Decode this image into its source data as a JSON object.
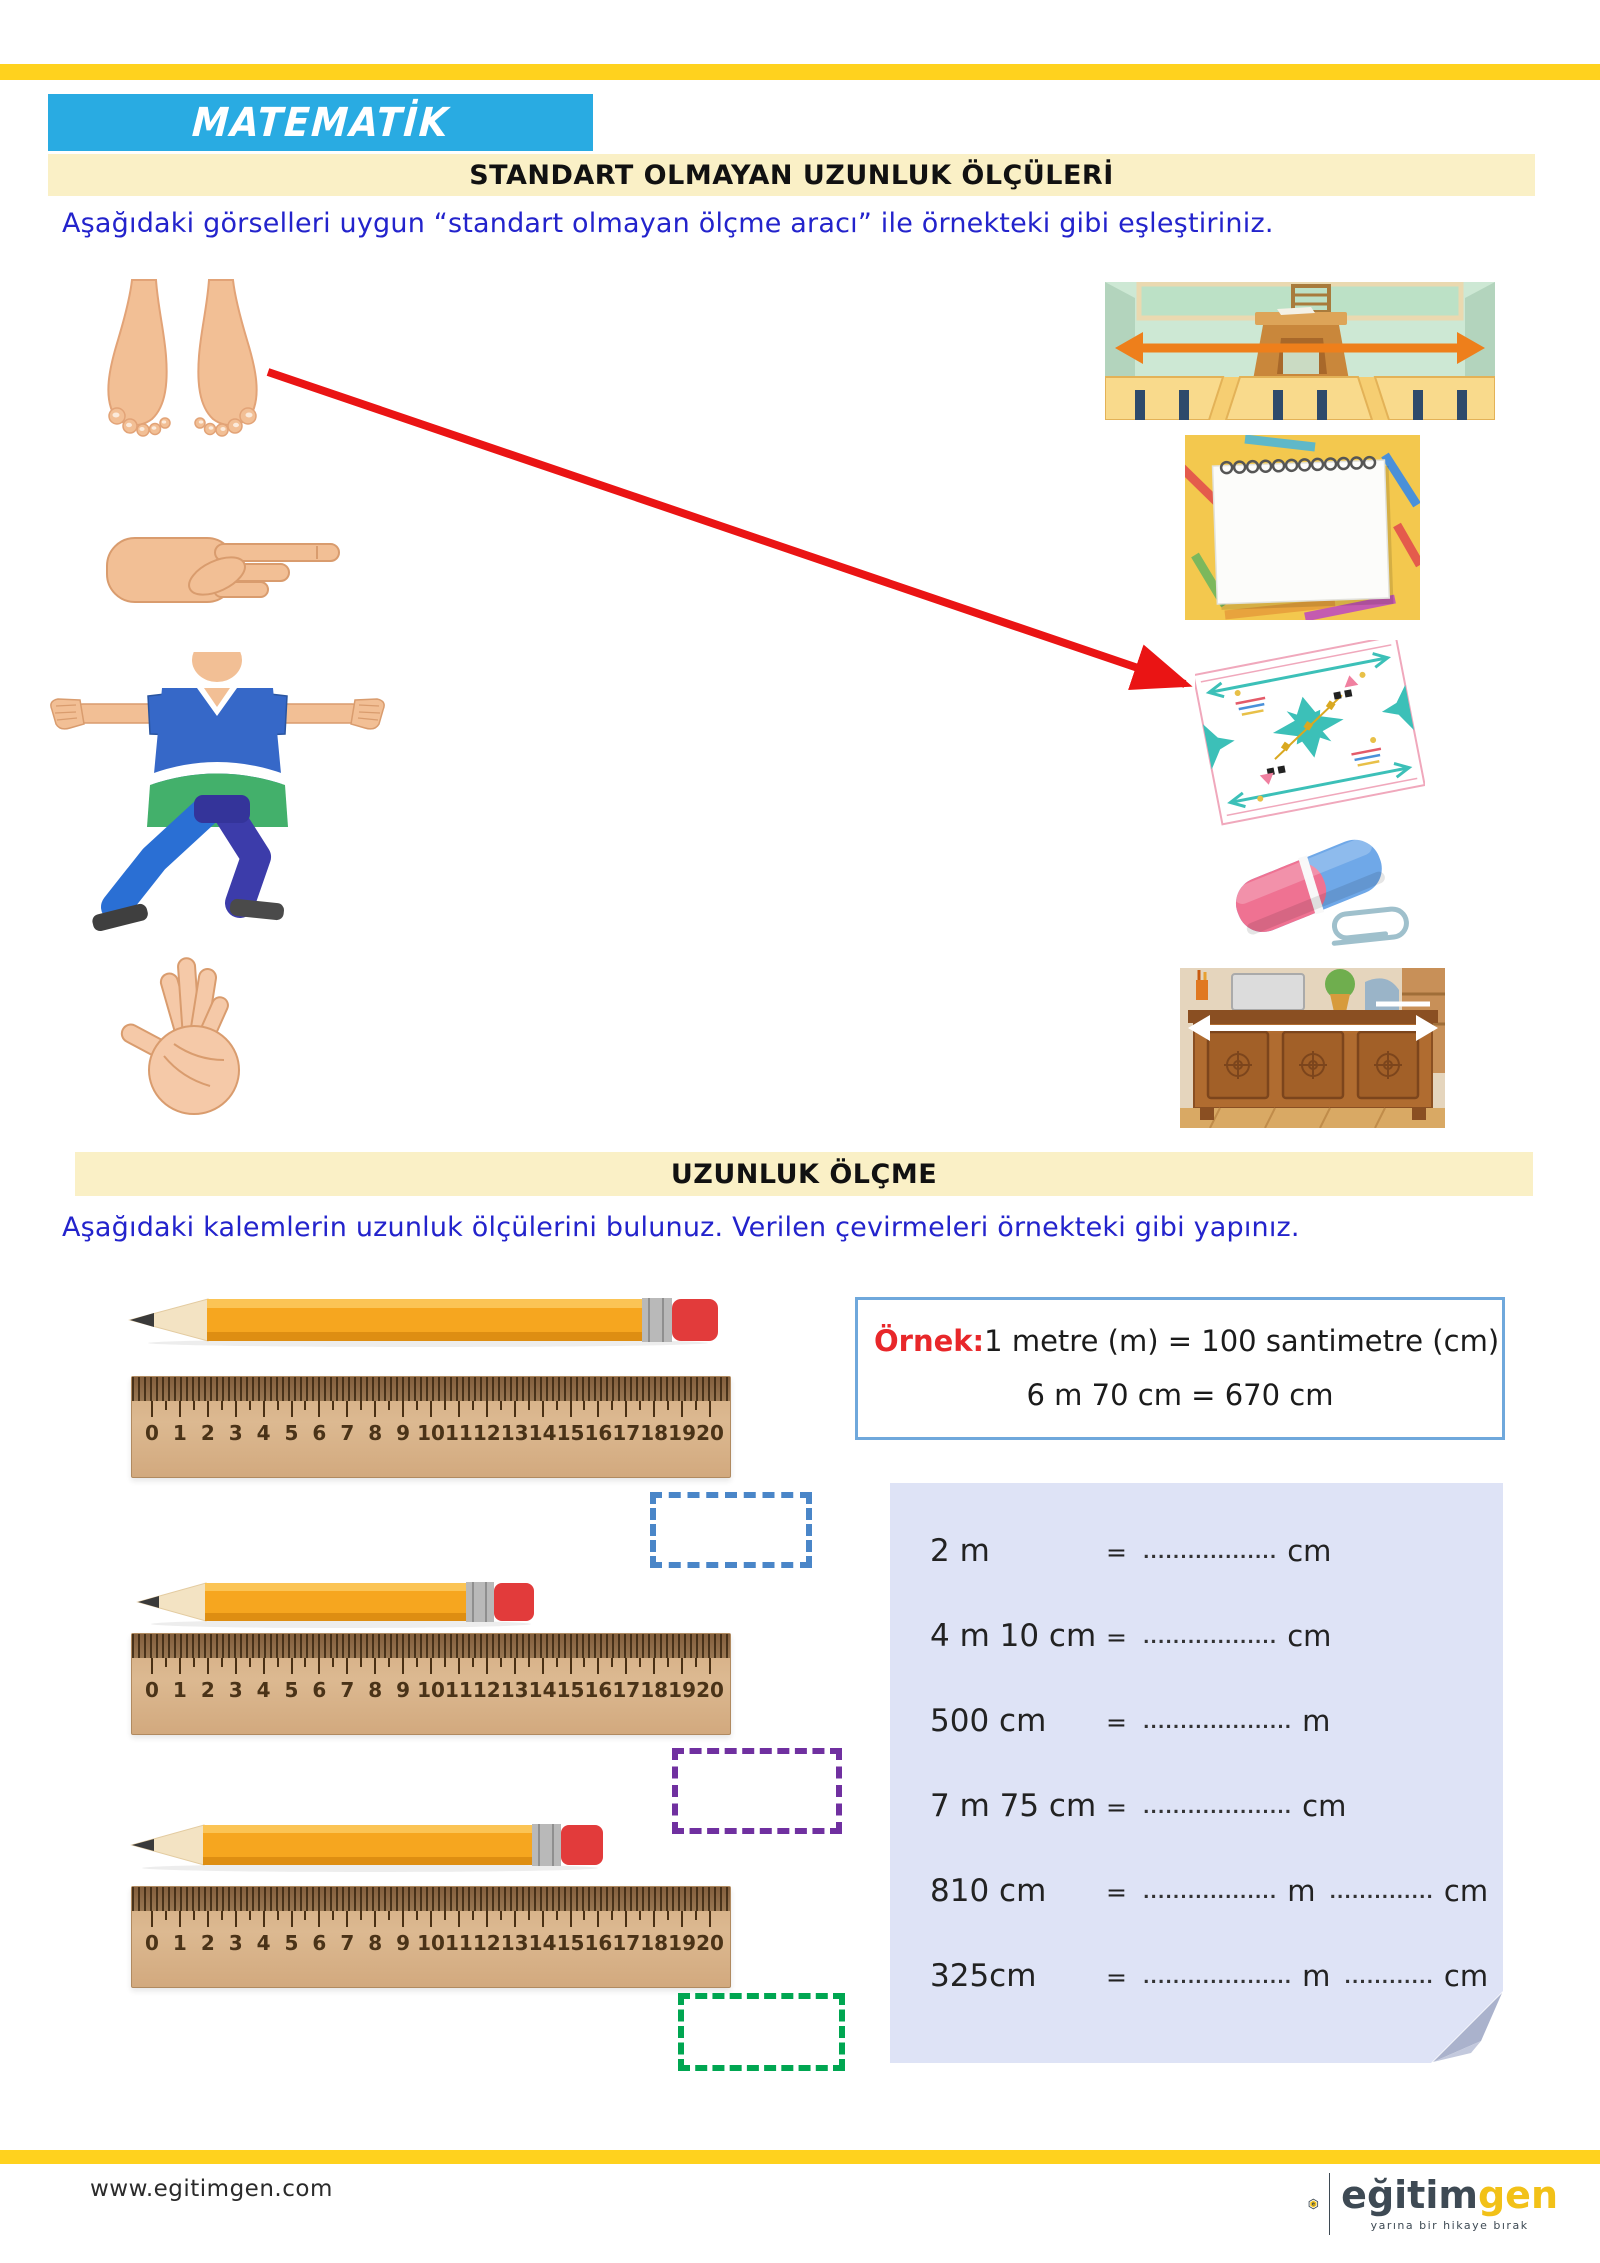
{
  "header": {
    "subject_banner": "MATEMATİK",
    "section1_title": "STANDART OLMAYAN UZUNLUK ÖLÇÜLERİ",
    "section1_instruction": "Aşağıdaki görselleri uygun “standart olmayan ölçme aracı” ile örnekteki gibi eşleştiriniz.",
    "section2_title": "UZUNLUK ÖLÇME",
    "section2_instruction": "Aşağıdaki kalemlerin uzunluk ölçülerini bulunuz. Verilen çevirmeleri örnekteki gibi yapınız."
  },
  "matching": {
    "left_items": [
      "feet-icon",
      "pointing-finger-icon",
      "arm-span-icon",
      "step-icon",
      "hand-span-icon"
    ],
    "right_items": [
      "classroom-width-image",
      "notebook-image",
      "rug-image",
      "eraser-paperclip-image",
      "cabinet-width-image"
    ],
    "example_connection": {
      "from": "feet",
      "to": "rug"
    }
  },
  "example_box": {
    "label": "Örnek:",
    "line1": "1 metre (m) = 100 santimetre (cm)",
    "line2": "6 m 70 cm = 670 cm"
  },
  "conversion": {
    "equals": "=",
    "rows": [
      {
        "lhs": "2 m",
        "blanks": [
          {
            "dots": "..................",
            "unit": "cm"
          }
        ]
      },
      {
        "lhs": "4 m 10 cm",
        "blanks": [
          {
            "dots": "..................",
            "unit": "cm"
          }
        ]
      },
      {
        "lhs": "500 cm",
        "blanks": [
          {
            "dots": "....................",
            "unit": "m"
          }
        ]
      },
      {
        "lhs": "7 m 75 cm",
        "blanks": [
          {
            "dots": "....................",
            "unit": "cm"
          }
        ]
      },
      {
        "lhs": "810 cm",
        "blanks": [
          {
            "dots": "..................",
            "unit": "m"
          },
          {
            "dots": "..............",
            "unit": "cm"
          }
        ]
      },
      {
        "lhs": "325cm",
        "blanks": [
          {
            "dots": "....................",
            "unit": "m"
          },
          {
            "dots": "............",
            "unit": "cm"
          }
        ]
      }
    ]
  },
  "ruler": {
    "numbers": [
      "0",
      "1",
      "2",
      "3",
      "4",
      "5",
      "6",
      "7",
      "8",
      "9",
      "10",
      "11",
      "12",
      "13",
      "14",
      "15",
      "16",
      "17",
      "18",
      "19",
      "20"
    ]
  },
  "footer": {
    "url": "www.egitimgen.com",
    "brand_primary": "eğitim",
    "brand_accent": "gen",
    "tagline": "yarına bir hikaye bırak"
  },
  "colors": {
    "top_bar": "#FFD21E",
    "subject_banner_bg": "#29ABE2",
    "section_banner_bg": "#FAF0C6",
    "instruction_text": "#2323CC",
    "match_line": "#EA1414",
    "example_label": "#E8272A",
    "panel_bg": "#DEE3F6",
    "answer_box_blue": "#4A86C8",
    "answer_box_purple": "#7030A0",
    "answer_box_green": "#00A651",
    "brand_dark": "#3E4A54",
    "brand_yellow": "#F2C118"
  }
}
